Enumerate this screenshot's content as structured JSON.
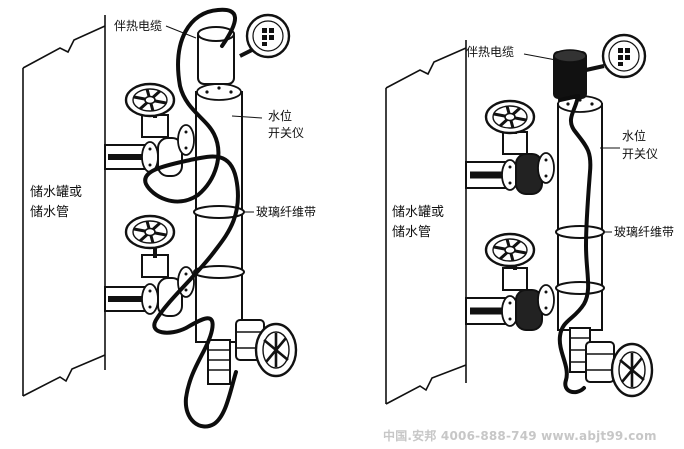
{
  "diagrams": [
    {
      "heat_cable": "伴热电缆",
      "level_switch_line1": "水位",
      "level_switch_line2": "开关仪",
      "glass_tape": "玻璃纤维带",
      "tank_line1": "储水罐或",
      "tank_line2": "储水管"
    },
    {
      "heat_cable": "伴热电缆",
      "level_switch_line1": "水位",
      "level_switch_line2": "开关仪",
      "glass_tape": "玻璃纤维带",
      "tank_line1": "储水罐或",
      "tank_line2": "储水管"
    }
  ],
  "watermark": "中国.安邦 4006-888-749 www.abjt99.com",
  "colors": {
    "line": "#111111",
    "cable": "#0d0d0d",
    "metal_shade": "#555555"
  }
}
